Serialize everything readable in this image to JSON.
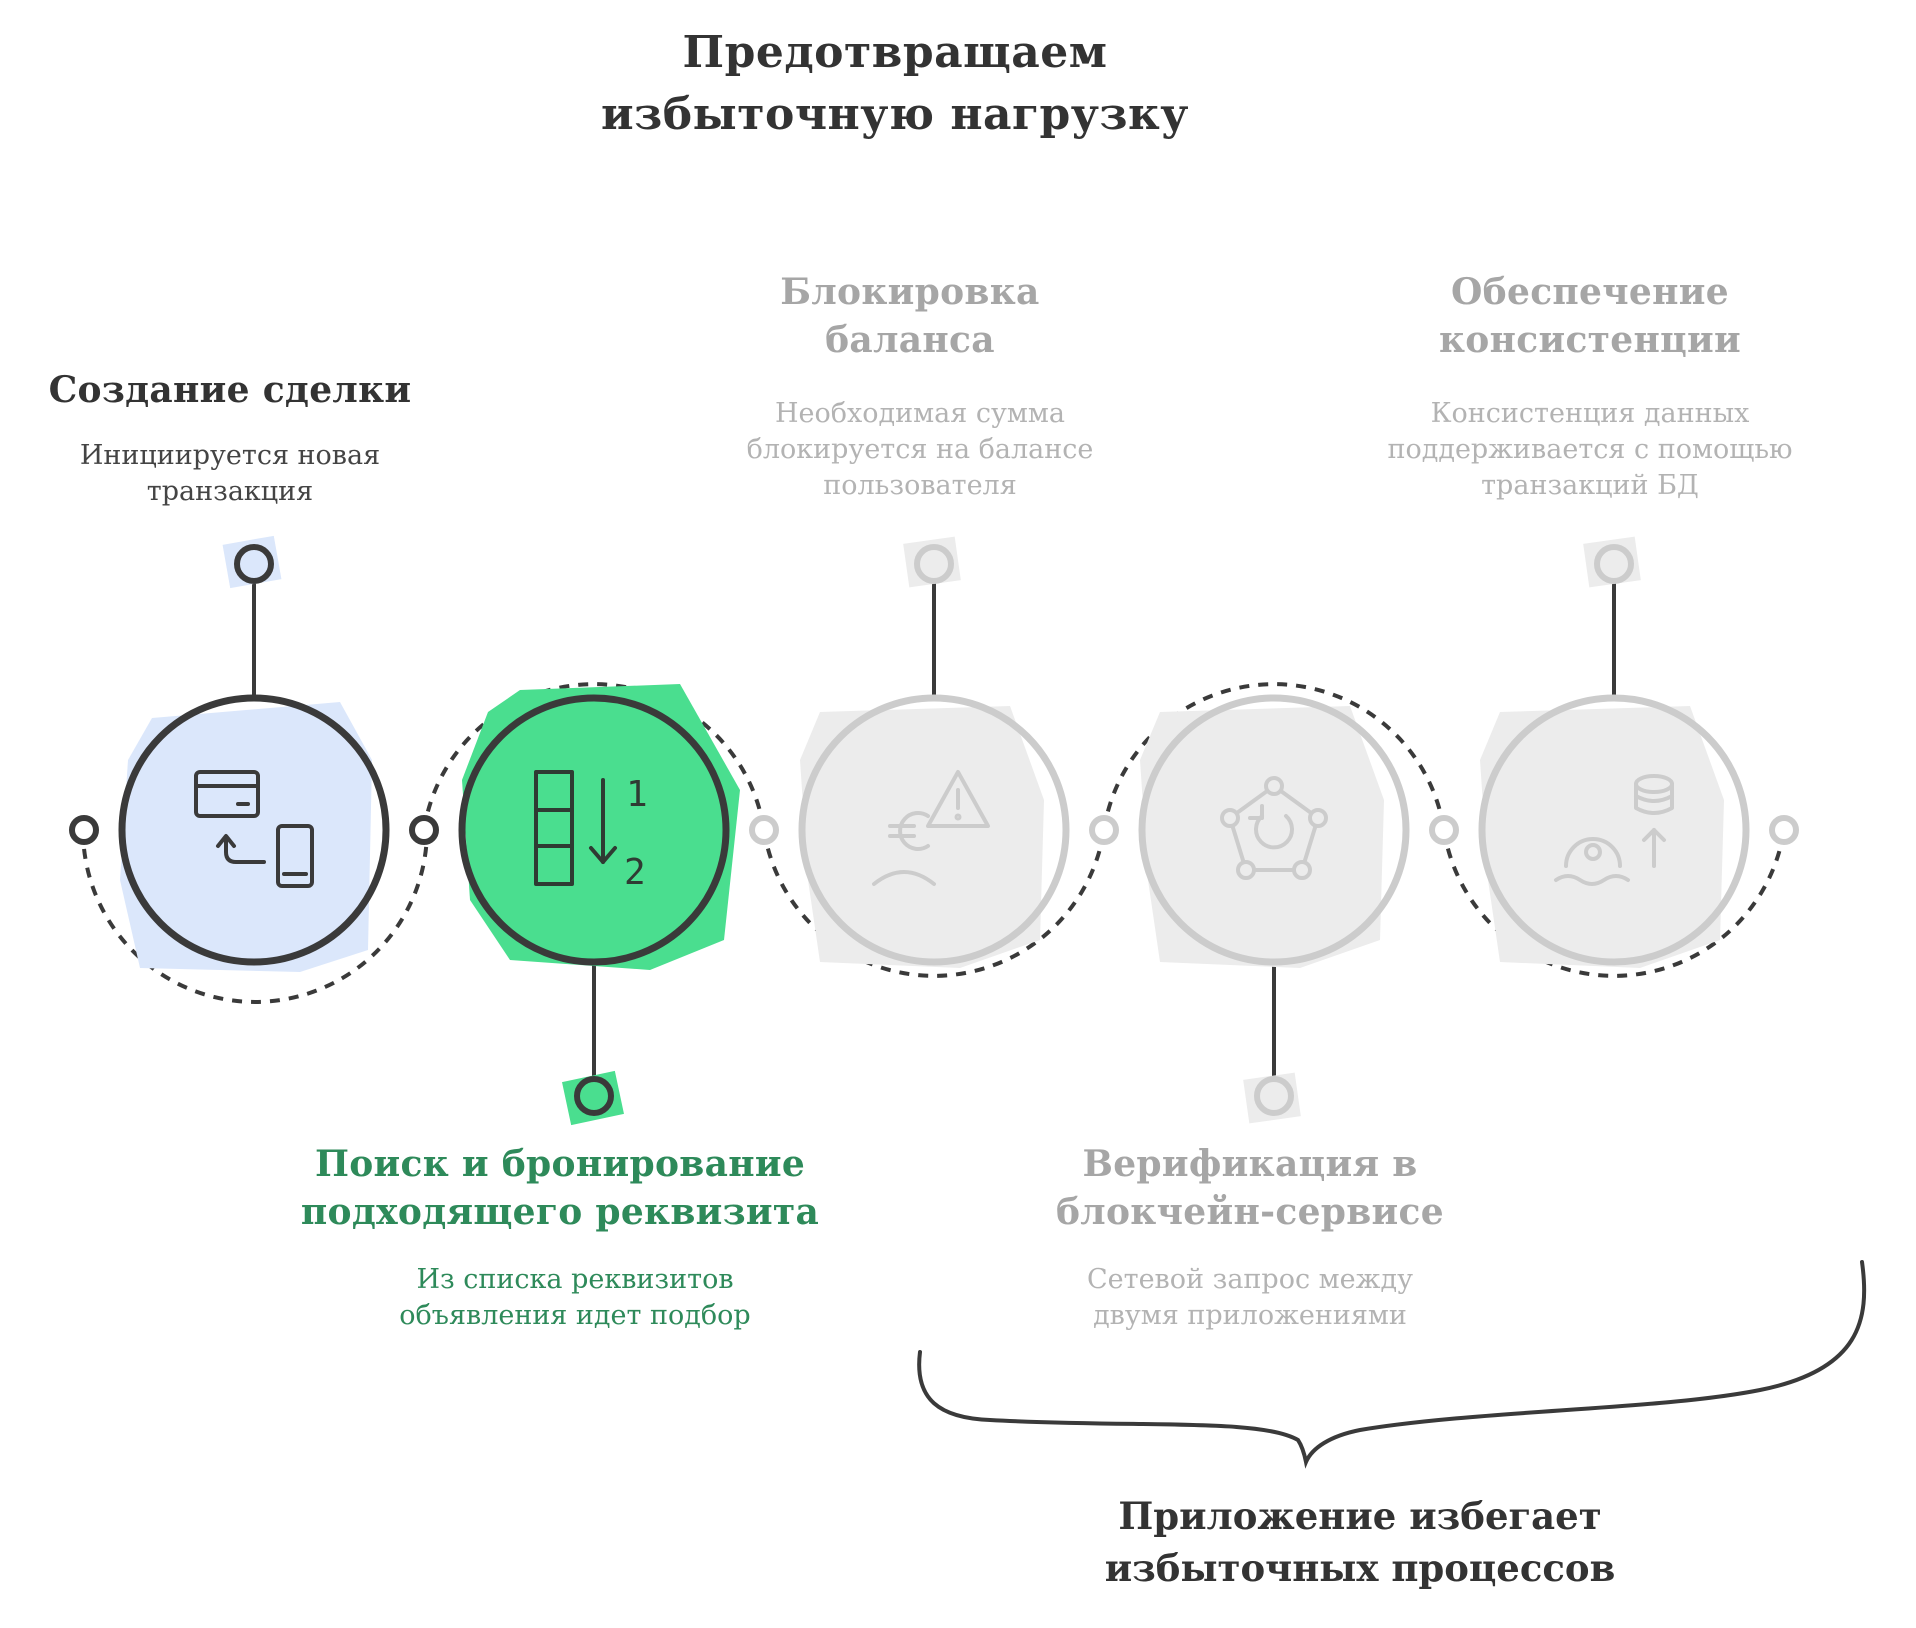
{
  "title": {
    "line1": "Предотвращаем",
    "line2": "избыточную нагрузку"
  },
  "colors": {
    "dark": "#3a3a3a",
    "grey": "#cccccc",
    "green": "#4ade8f",
    "green_text": "#2e8a5a",
    "blue_fill": "#dbe7fb",
    "grey_fill": "#ececec"
  },
  "steps": [
    {
      "title_lines": [
        "Создание сделки"
      ],
      "desc_lines": [
        "Инициируется новая",
        "транзакция"
      ],
      "state": "done",
      "icon": "card-to-phone-icon"
    },
    {
      "title_lines": [
        "Поиск и бронирование",
        "подходящего реквизита"
      ],
      "desc_lines": [
        "Из списка реквизитов",
        "объявления идет подбор"
      ],
      "state": "active",
      "icon": "sort-list-icon",
      "icon_labels": [
        "1",
        "2"
      ]
    },
    {
      "title_lines": [
        "Блокировка",
        "баланса"
      ],
      "desc_lines": [
        "Необходимая сумма",
        "блокируется на балансе",
        "пользователя"
      ],
      "state": "pending",
      "icon": "euro-warning-icon"
    },
    {
      "title_lines": [
        "Верификация в",
        "блокчейн-сервисе"
      ],
      "desc_lines": [
        "Сетевой запрос между",
        "двумя приложениями"
      ],
      "state": "pending",
      "icon": "network-refresh-icon"
    },
    {
      "title_lines": [
        "Обеспечение",
        "консистенции"
      ],
      "desc_lines": [
        "Консистенция данных",
        "поддерживается с помощью",
        "транзакций БД"
      ],
      "state": "pending",
      "icon": "database-gear-icon"
    }
  ],
  "brace": {
    "label_lines": [
      "Приложение избегает",
      "избыточных процессов"
    ]
  }
}
